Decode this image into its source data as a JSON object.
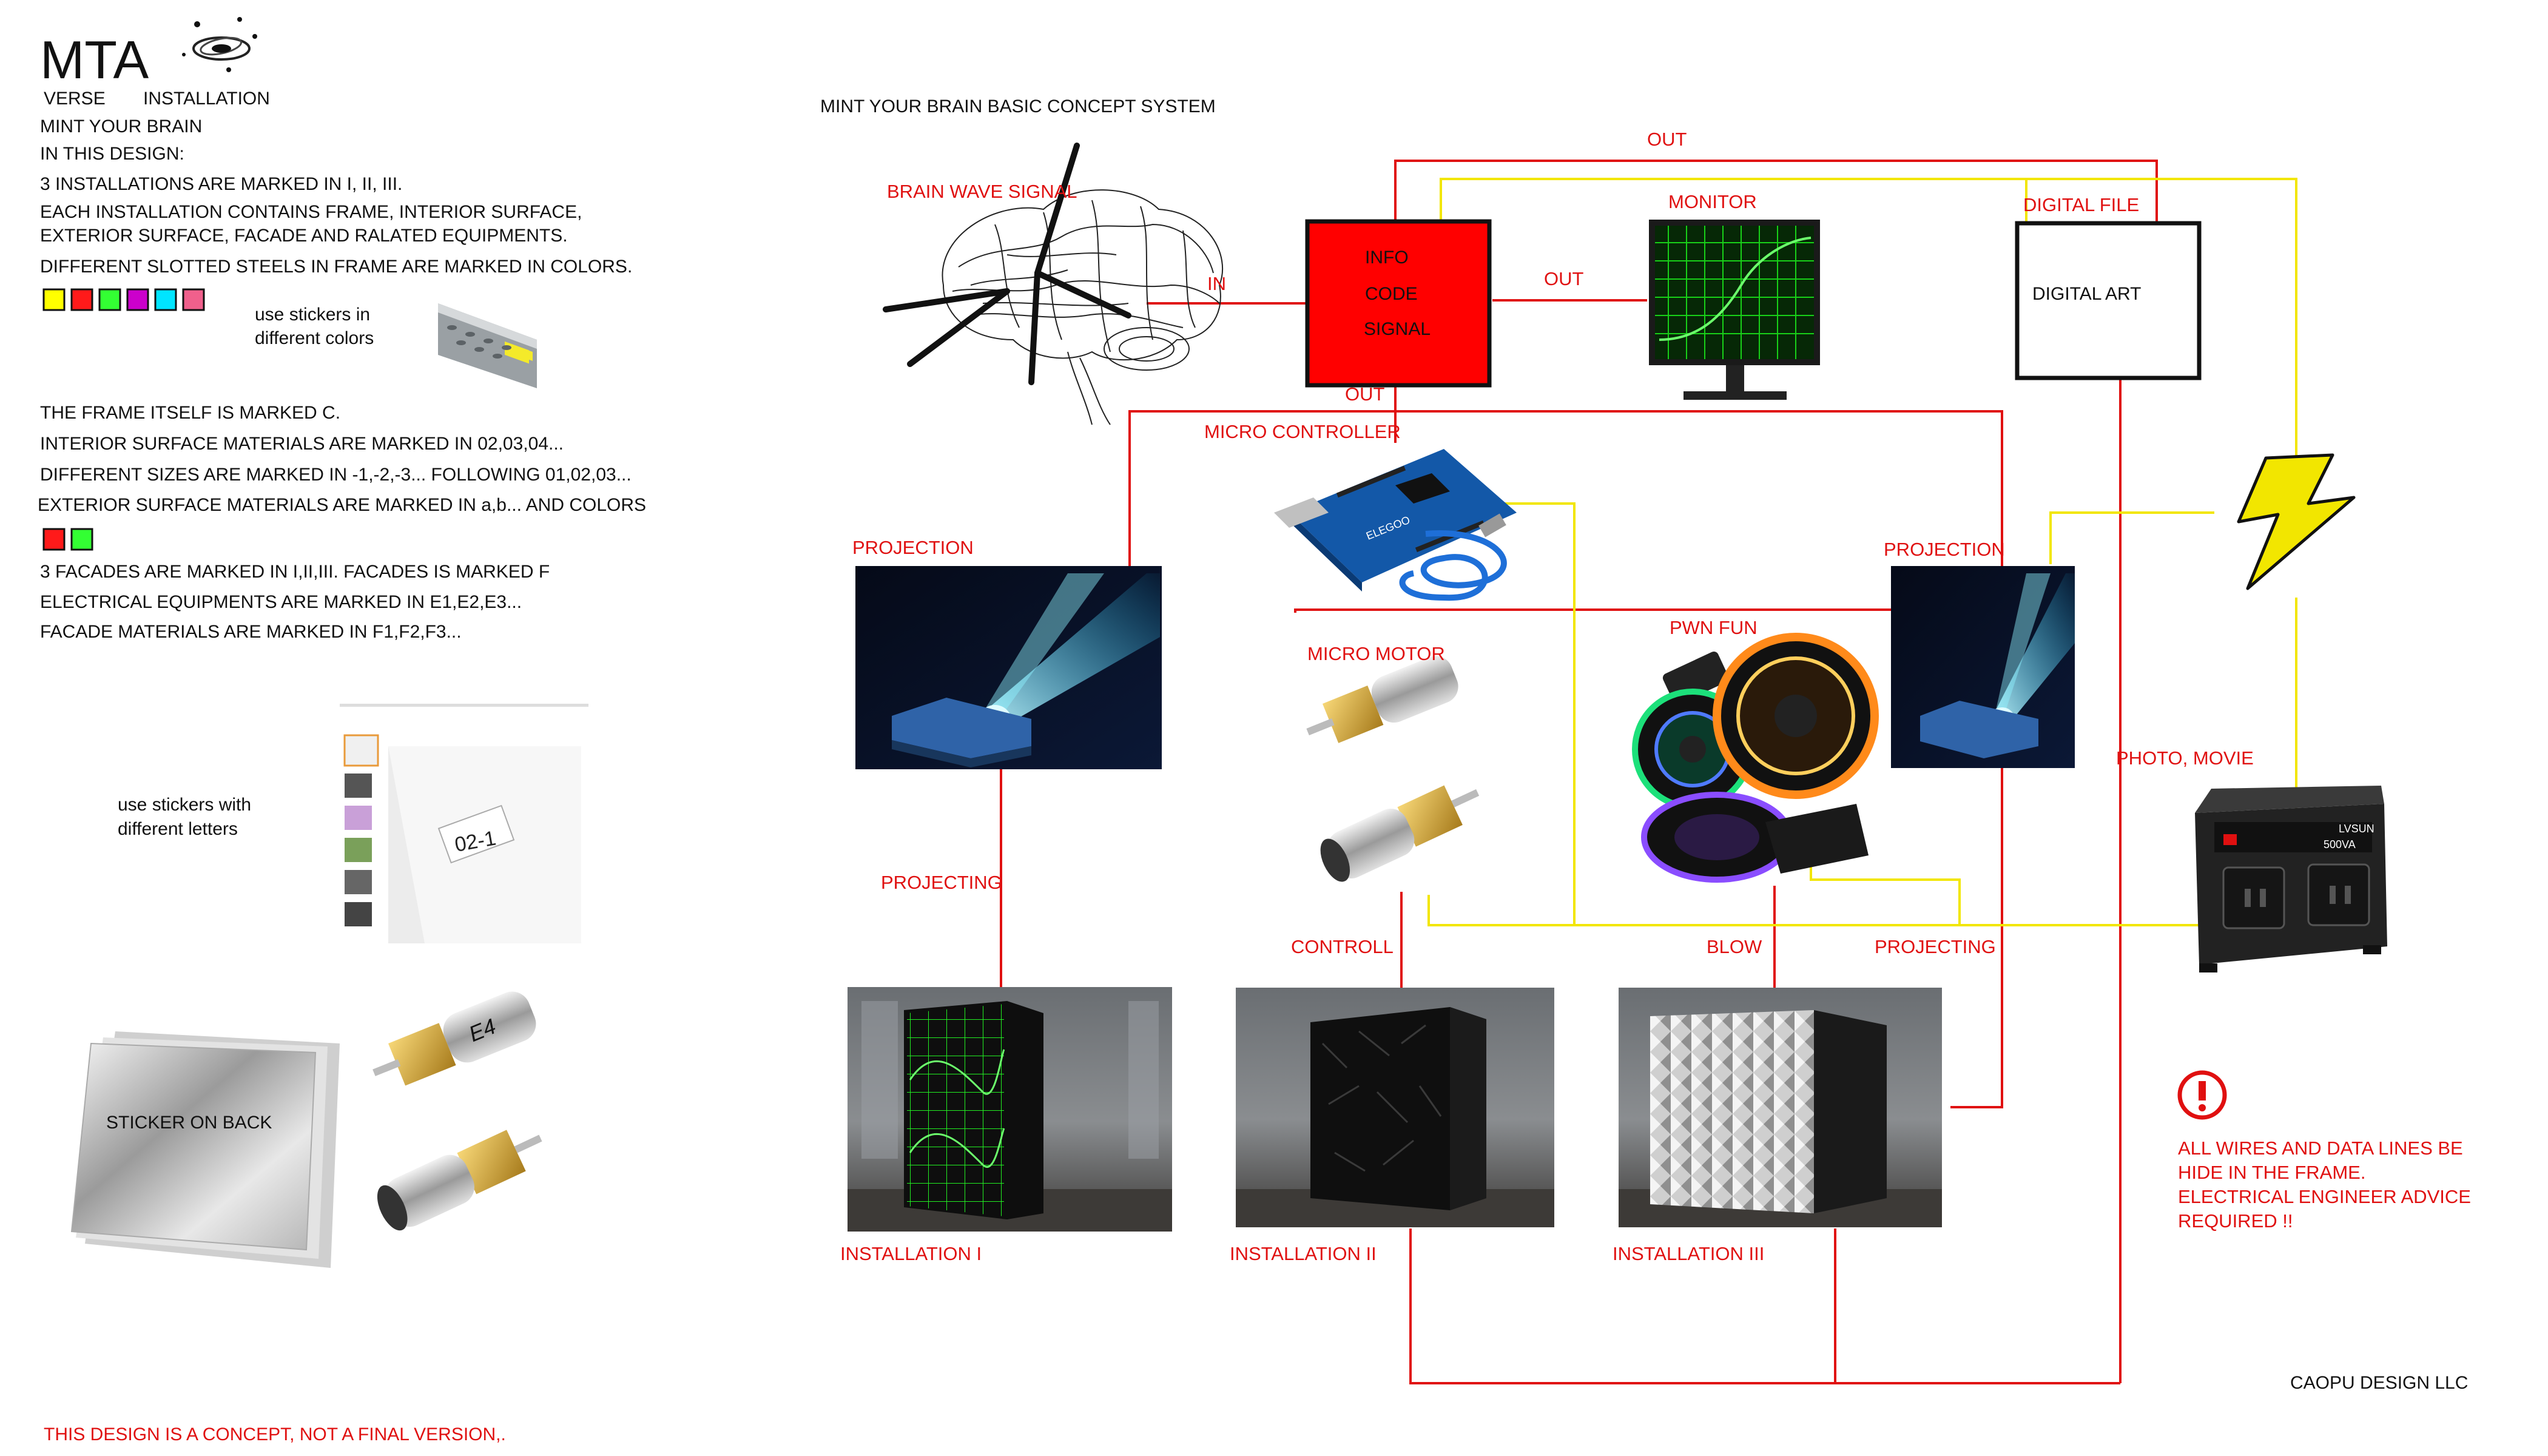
{
  "header": {
    "logo": "MTA",
    "sub_left": "VERSE",
    "sub_right": "INSTALLATION",
    "intro": [
      "MINT YOUR BRAIN",
      "IN THIS DESIGN:"
    ]
  },
  "notes": {
    "block1": [
      "3 INSTALLATIONS  ARE MARKED IN I, II, III.",
      "EACH INSTALLATION CONTAINS FRAME, INTERIOR SURFACE,",
      "EXTERIOR SURFACE, FACADE AND RALATED EQUIPMENTS.",
      "DIFFERENT SLOTTED STEELS IN FRAME ARE MARKED IN COLORS."
    ],
    "frame_colors": [
      "#ffff00",
      "#ff1a1a",
      "#33ff33",
      "#cc00cc",
      "#00e5ff",
      "#f0608c"
    ],
    "stickers_colors": [
      "use stickers    in",
      "different colors"
    ],
    "block2": [
      "THE FRAME ITSELF IS MARKED C.",
      "INTERIOR SURFACE MATERIALS ARE MARKED IN 02,03,04...",
      "DIFFERENT SIZES ARE MARKED IN -1,-2,-3... FOLLOWING 01,02,03...",
      "EXTERIOR SURFACE MATERIALS ARE MARKED IN a,b... AND COLORS"
    ],
    "exterior_colors": [
      "#ff1a1a",
      "#33ff33"
    ],
    "block3": [
      "3 FACADES ARE MARKED IN I,II,III. FACADES IS MARKED F",
      "ELECTRICAL EQUIPMENTS ARE MARKED IN E1,E2,E3...",
      "FACADE MATERIALS ARE MARKED IN F1,F2,F3..."
    ],
    "stickers_letters": [
      "use stickers  with",
      "different letters"
    ],
    "sheet_label": "02-1",
    "sticker_label": "STICKER ON BACK",
    "motor_label": "E4",
    "footer": "THIS DESIGN IS A CONCEPT, NOT A FINAL VERSION,."
  },
  "diagram": {
    "title": "MINT YOUR  BRAIN    BASIC CONCEPT SYSTEM",
    "brain_wave": "BRAIN WAVE SIGNAL",
    "in_label": "IN",
    "info_box": [
      "INFO",
      "CODE",
      "SIGNAL"
    ],
    "out_top": "OUT",
    "out_right": "OUT",
    "out_bottom": "OUT",
    "monitor": "MONITOR",
    "digital_file": "DIGITAL FILE",
    "digital_art": "DIGITAL ART",
    "micro_controller": "MICRO CONTROLLER",
    "projection_left": "PROJECTION",
    "projection_right": "PROJECTION",
    "micro_motor": "MICRO MOTOR",
    "fan": "PWN FUN",
    "photo_movie": "PHOTO, MOVIE",
    "projecting_left": "PROJECTING",
    "controll": "CONTROLL",
    "blow": "BLOW",
    "projecting_right": "PROJECTING",
    "install_1": "INSTALLATION I",
    "install_2": "INSTALLATION II",
    "install_3": "INSTALLATION III",
    "warning": [
      "ALL WIRES AND DATA LINES BE",
      "HIDE IN THE FRAME.",
      "ELECTRICAL ENGINEER  ADVICE",
      "REQUIRED !!"
    ],
    "company": "CAOPU DESIGN LLC",
    "transformer_brand": "LVSUN",
    "transformer_rating": "500VA",
    "controller_brand": "ELEGOO"
  },
  "colors": {
    "wire_red": "#e01010",
    "wire_yellow": "#f2e600",
    "info_fill": "#ff0000",
    "monitor_green": "#18d018"
  }
}
